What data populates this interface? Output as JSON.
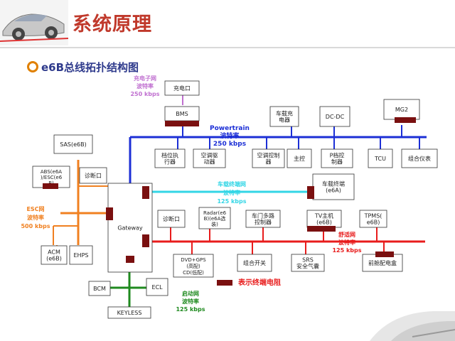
{
  "page": {
    "title": "系统原理",
    "subtitle": "e6B总线拓扑结构图"
  },
  "buses": {
    "charge_net": [
      "充电子网",
      "波特率",
      "250 kbps"
    ],
    "powertrain": [
      "Powertrain",
      "波特率",
      "250 kbps"
    ],
    "terminal_net": [
      "车载终端网",
      "波特率",
      "125 kbps"
    ],
    "esc_net": [
      "ESC网",
      "波特率",
      "500 kbps"
    ],
    "comfort_net": [
      "舒适网",
      "波特率",
      "125 kbps"
    ],
    "keyless_net": [
      "启动网",
      "波特率",
      "125 kbps"
    ]
  },
  "nodes": {
    "charger": "充电口",
    "bms": "BMS",
    "onboard_charger": [
      "车载充",
      "电器"
    ],
    "dcdc": "DC-DC",
    "mg2": "MG2",
    "gear_actuator": [
      "档位执",
      "行器"
    ],
    "ac_compressor": [
      "空调驱",
      "动器"
    ],
    "ac_controller": [
      "空调控制",
      "器"
    ],
    "main_ctrl": "主控",
    "p_gear": [
      "P档控",
      "制器"
    ],
    "tcu": "TCU",
    "cluster": "组合仪表",
    "sas": "SAS(e6B)",
    "abs": [
      "ABS(e6A",
      ")/ESC(e6",
      "B)"
    ],
    "diag1": "诊断口",
    "telematics": [
      "车载终端",
      "(e6A)"
    ],
    "diag2": "诊断口",
    "radar": [
      "Radar(e6",
      "B)(e6A选",
      "装)"
    ],
    "door": [
      "车门多路",
      "控制器"
    ],
    "tv": [
      "TV主机",
      "(e6B)"
    ],
    "tpms": [
      "TPMS(",
      "e6B)"
    ],
    "gateway": "Gateway",
    "acm": [
      "ACM",
      "(e6B)"
    ],
    "ehps": "EHPS",
    "dvd": [
      "DVD+GPS",
      "(高配)",
      "CD(低配)"
    ],
    "combo_switch": "组合开关",
    "srs": [
      "SRS",
      "安全气囊"
    ],
    "front_box": "前舱配电盒",
    "bcm": "BCM",
    "ecl": "ECL",
    "keyless": "KEYLESS"
  },
  "legend": {
    "terminal_resistor": "表示终端电阻"
  },
  "colors": {
    "powertrain": "#1c2fd6",
    "terminal": "#33d6e6",
    "esc": "#f08020",
    "comfort": "#e81c1c",
    "keyless": "#1f8a1f",
    "charge": "#c070d0",
    "resistor": "#7a1010",
    "title": "#c0392b"
  }
}
